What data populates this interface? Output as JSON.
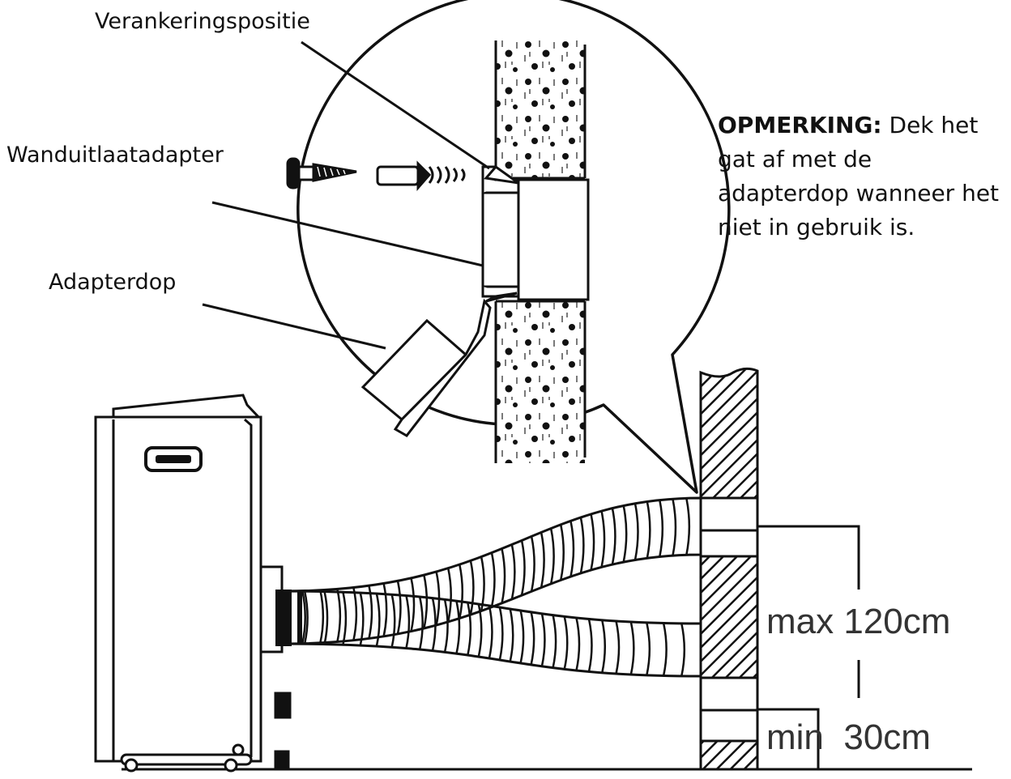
{
  "labels": {
    "anchor": "Verankeringspositie",
    "wall_adapter": "Wanduitlaatadapter",
    "cap": "Adapterdop"
  },
  "note": {
    "heading": "OPMERKING:",
    "body": "Dek het gat af met de adapterdop wanneer het niet in gebruik is."
  },
  "dimensions": {
    "max": "max 120cm",
    "min": "min  30cm"
  },
  "colors": {
    "line": "#111111",
    "dimension_text": "#333333"
  }
}
